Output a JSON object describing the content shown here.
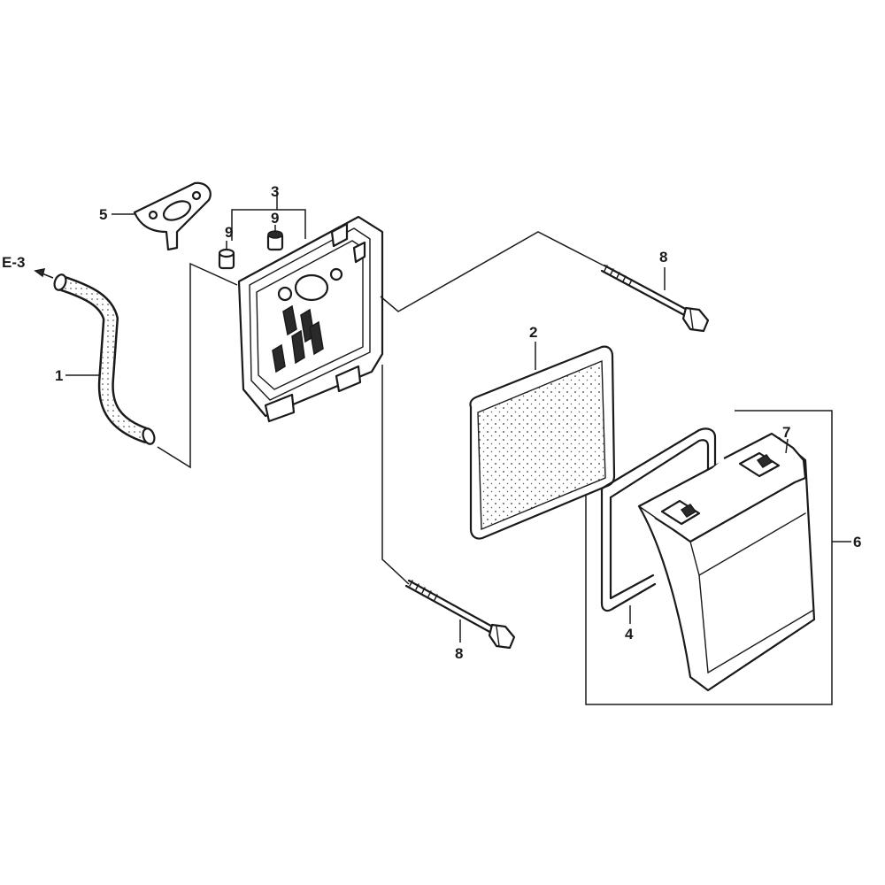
{
  "callouts": {
    "c1": "1",
    "c2": "2",
    "c3": "3",
    "c4": "4",
    "c5": "5",
    "c6": "6",
    "c7": "7",
    "c8a": "8",
    "c8b": "8",
    "c9a": "9",
    "c9b": "9"
  },
  "reference": "E-3"
}
